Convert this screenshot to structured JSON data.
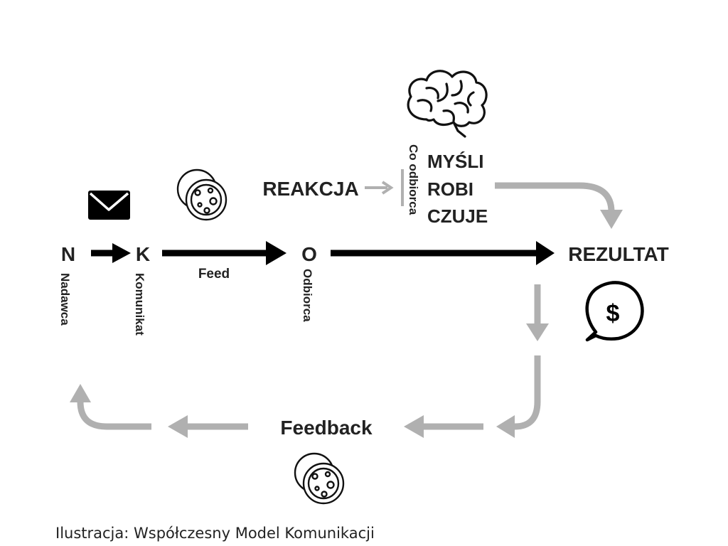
{
  "diagram": {
    "nodes": {
      "n": {
        "letter": "N",
        "label": "Nadawca"
      },
      "k": {
        "letter": "K",
        "label": "Komunikat"
      },
      "o": {
        "letter": "O",
        "label": "Odbiorca"
      },
      "rezultat": "REZULTAT"
    },
    "feed_label": "Feed",
    "feedback_label": "Feedback",
    "reakcja": {
      "label": "REAKCJA",
      "side_label": "Co odbiorca",
      "items": [
        "MYŚLI",
        "ROBI",
        "CZUJE"
      ]
    },
    "icons": {
      "envelope": "envelope-icon",
      "cookies_top": "cookies-icon",
      "cookies_bottom": "cookies-icon",
      "brain": "brain-icon",
      "dollar": "dollar-speech-bubble-icon"
    },
    "colors": {
      "main_flow": "#000000",
      "feedback_flow": "#b0b0b0",
      "text": "#222222"
    }
  },
  "caption": "Ilustracja: Współczesny Model Komunikacji"
}
